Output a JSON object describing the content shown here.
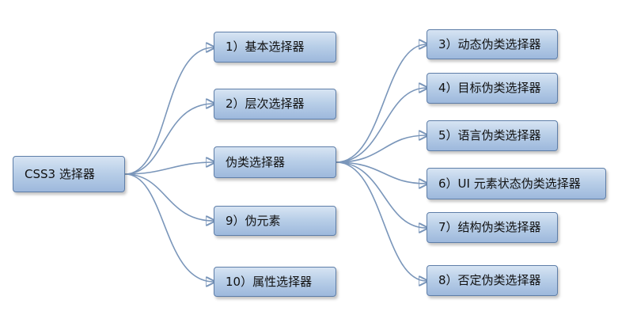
{
  "diagram": {
    "root": "CSS3  选择器",
    "level1": [
      "1）基本选择器",
      "2）层次选择器",
      "伪类选择器",
      "9）伪元素",
      "10）属性选择器"
    ],
    "level2": [
      "3）动态伪类选择器",
      "4）目标伪类选择器",
      "5）语言伪类选择器",
      "6）UI 元素状态伪类选择器",
      "7）结构伪类选择器",
      "8）否定伪类选择器"
    ],
    "colors": {
      "node_fill_top": "#d7e4f3",
      "node_fill_bottom": "#9db8dc",
      "node_border": "#5e7ea8",
      "connector": "#7a96ba"
    }
  }
}
